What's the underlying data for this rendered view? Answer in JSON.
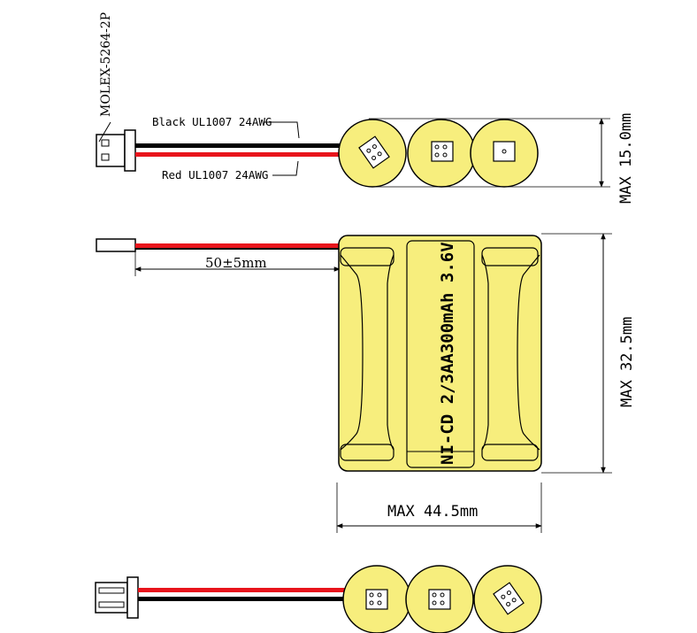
{
  "connector": {
    "name": "MOLEX-5264-2P"
  },
  "wires": {
    "black_label": "Black UL1007 24AWG",
    "red_label": "Red UL1007 24AWG",
    "length_label": "50±5mm"
  },
  "cell_label": "NI-CD 2/3AA300mAh 3.6V",
  "dimensions": {
    "thickness": "MAX 15.0mm",
    "height": "MAX 32.5mm",
    "width": "MAX 44.5mm"
  },
  "colors": {
    "cell_fill": "#f7ee7d",
    "wire_red": "#e8141c",
    "wire_black": "#000000",
    "line": "#000000"
  }
}
